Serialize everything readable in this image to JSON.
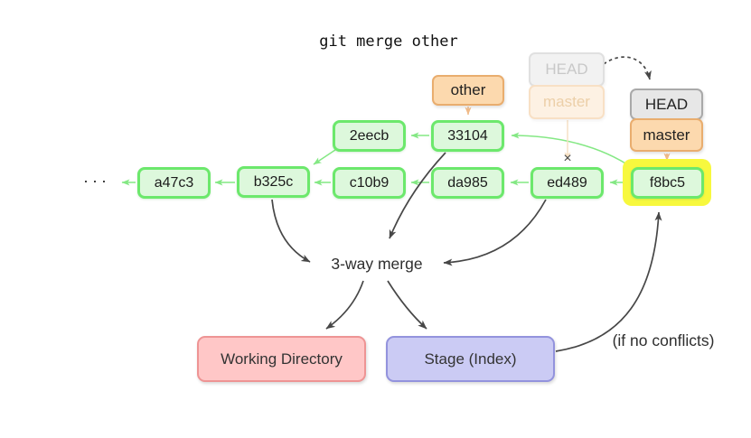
{
  "title": "git merge other",
  "ellipsis": "···",
  "commits": {
    "main": [
      "a47c3",
      "b325c",
      "c10b9",
      "da985",
      "ed489",
      "f8bc5"
    ],
    "branch": [
      "2eecb",
      "33104"
    ]
  },
  "refs": {
    "other": "other",
    "ghost_head": "HEAD",
    "ghost_master": "master",
    "head": "HEAD",
    "master": "master"
  },
  "annotations": {
    "merge": "3-way merge",
    "no_conflicts": "(if no conflicts)",
    "conflict_mark": "×"
  },
  "targets": {
    "working_directory": "Working Directory",
    "stage": "Stage (Index)"
  },
  "colors": {
    "commit_fill": "#ddf8dc",
    "commit_border": "#6ce86c",
    "commit_text": "#1b1b1b",
    "orange_fill": "#fcd9ae",
    "orange_border": "#e9ad6e",
    "gray_fill": "#e7e7e7",
    "gray_border": "#a9a9a9",
    "ghost_head_fill": "#f2f2f2",
    "ghost_head_border": "#e0e0e0",
    "ghost_head_text": "#c8c8c8",
    "ghost_master_fill": "#fdf1e3",
    "ghost_master_border": "#f8e0c5",
    "ghost_master_text": "#eccfa8",
    "highlight": "#f7f83e",
    "wd_fill": "#ffc7c7",
    "wd_border": "#ee9494",
    "stage_fill": "#cbcbf4",
    "stage_border": "#9393dd",
    "green_arrow": "#84e884",
    "orange_arrow": "#f0ba88",
    "ghost_arrow": "#f6dfc2",
    "dark": "#474747",
    "text_dark": "#2e2e2e"
  }
}
